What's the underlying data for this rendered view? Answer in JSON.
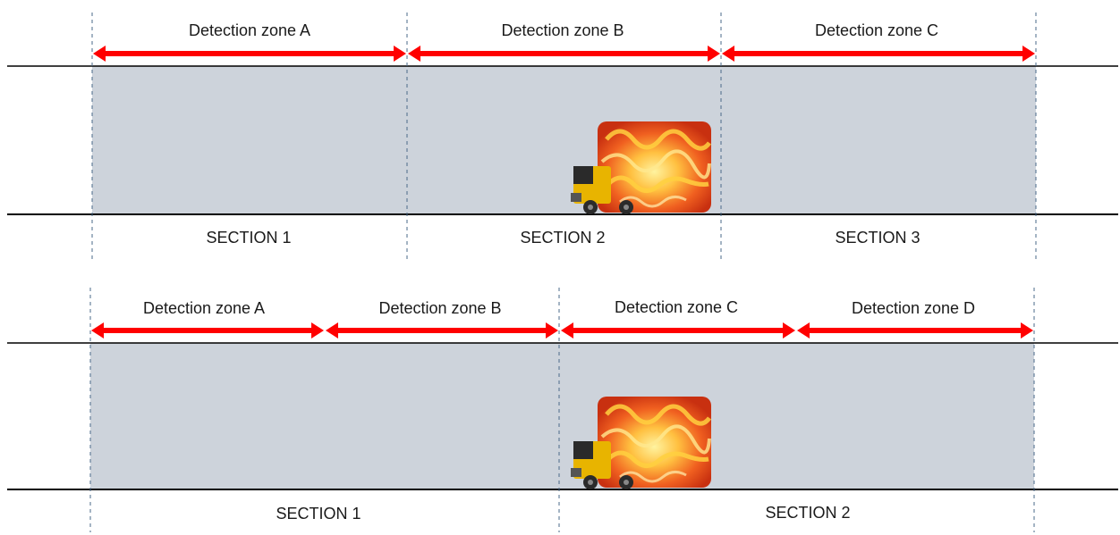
{
  "diagrams": [
    {
      "zones": [
        "Detection zone A",
        "Detection zone B",
        "Detection zone C"
      ],
      "sections": [
        "SECTION 1",
        "SECTION 2",
        "SECTION 3"
      ]
    },
    {
      "zones": [
        "Detection zone A",
        "Detection zone B",
        "Detection zone C",
        "Detection zone D"
      ],
      "sections": [
        "SECTION 1",
        "SECTION 2"
      ]
    }
  ],
  "colors": {
    "road": "#cdd3db",
    "arrow": "#ff0000",
    "divider": "#4a6a8a",
    "road_edge": "#000000",
    "truck_cab": "#e8b400",
    "fire_primary": "#f06020",
    "fire_secondary": "#ffd040"
  },
  "icons": [
    "burning-truck-icon"
  ]
}
